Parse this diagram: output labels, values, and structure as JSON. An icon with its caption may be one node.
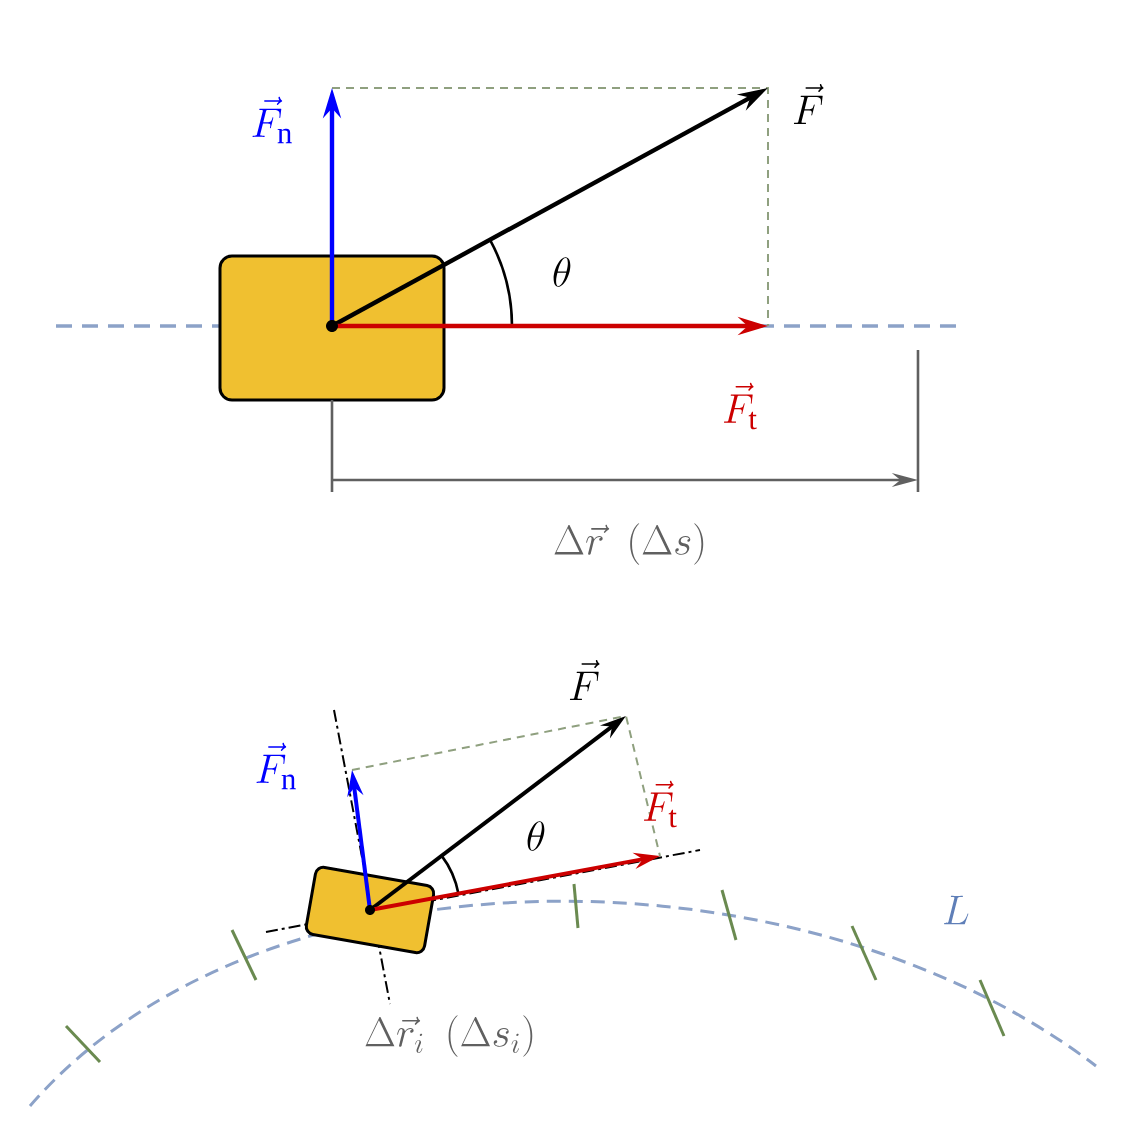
{
  "diagram": {
    "labels": [
      "\\vec{F}_{\\mathrm{n}}",
      "\\vec{F}",
      "\\theta",
      "\\vec{F}_{\\mathrm{t}}",
      "\\Delta\\vec{r}\\ \\ (\\Delta s)",
      "\\vec{F}",
      "\\vec{F}_{\\mathrm{n}}",
      "\\theta",
      "\\vec{F}_{\\mathrm{t}}",
      "L",
      "\\Delta\\vec{r}_i\\ \\ (\\Delta s_i)"
    ]
  }
}
